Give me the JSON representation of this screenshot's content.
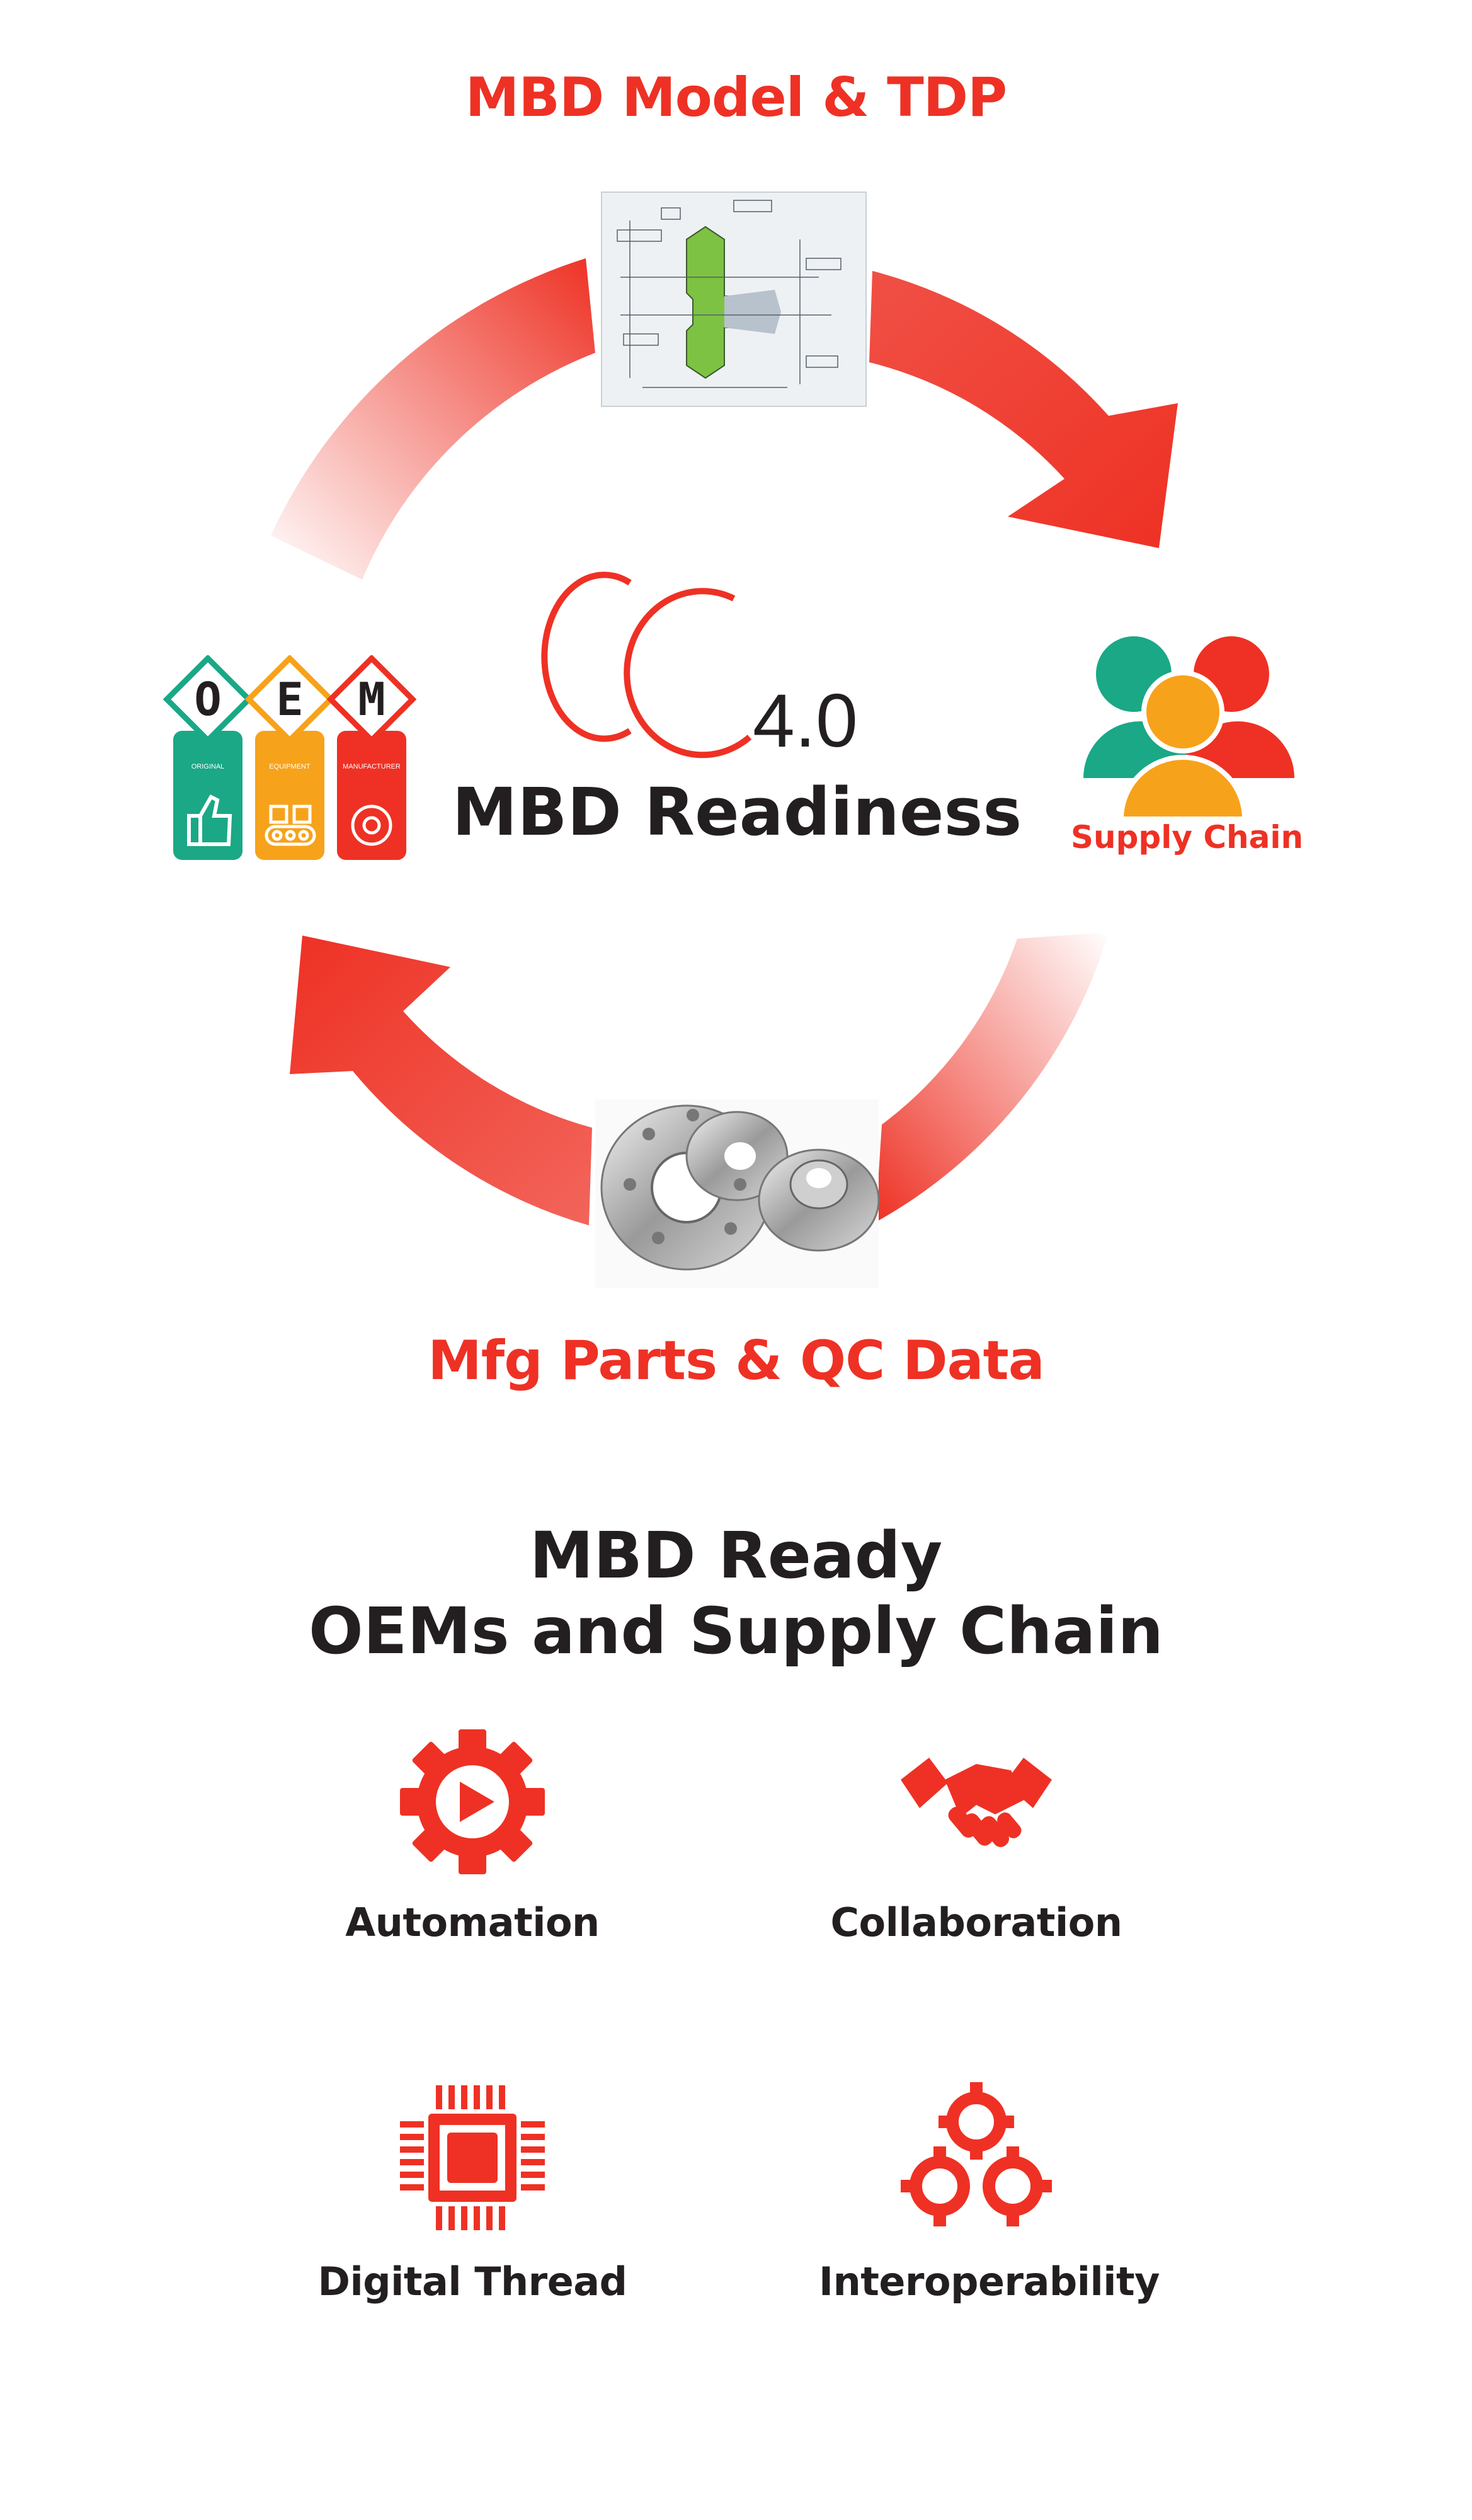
{
  "top_label": "MBD Model & TDP",
  "bottom_label": "Mfg Parts & QC Data",
  "center": {
    "logo_suffix": "4.0",
    "title": "MBD Readiness"
  },
  "oem": {
    "letters": [
      "O",
      "E",
      "M"
    ],
    "captions": [
      "ORIGINAL",
      "EQUIPMENT",
      "MANUFACTURER"
    ],
    "colors": [
      "#1aa886",
      "#f7a21b",
      "#ee3124"
    ]
  },
  "supply_chain": {
    "label": "Supply Chain",
    "colors": [
      "#1aa886",
      "#ee3124",
      "#f7a21b"
    ]
  },
  "heading": {
    "line1": "MBD Ready",
    "line2": "OEMs and Supply Chain"
  },
  "features": [
    {
      "label": "Automation",
      "icon": "gear-play-icon"
    },
    {
      "label": "Collaboration",
      "icon": "handshake-icon"
    },
    {
      "label": "Digital Thread",
      "icon": "chip-icon"
    },
    {
      "label": "Interoperability",
      "icon": "gears-icon"
    }
  ],
  "colors": {
    "accent": "#ee3124",
    "dark": "#231f20"
  }
}
